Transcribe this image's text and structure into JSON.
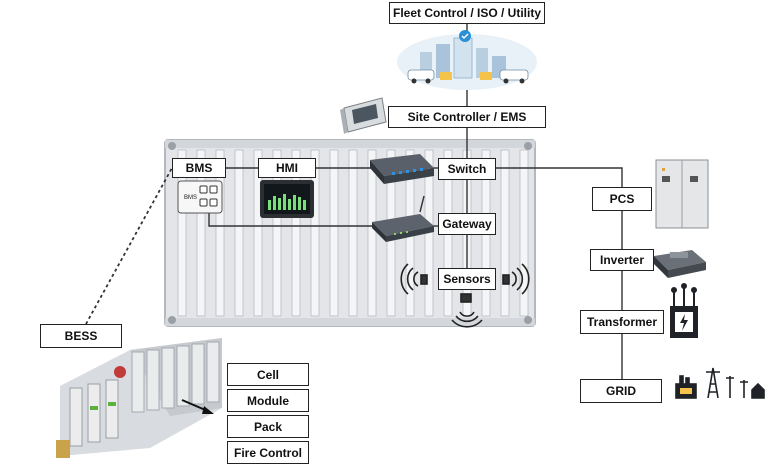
{
  "labels": {
    "fleet_control": "Fleet Control / ISO / Utility",
    "site_controller": "Site Controller / EMS",
    "bms": "BMS",
    "hmi": "HMI",
    "switch": "Switch",
    "gateway": "Gateway",
    "sensors": "Sensors",
    "bess": "BESS",
    "pcs": "PCS",
    "inverter": "Inverter",
    "transformer": "Transformer",
    "grid": "GRID",
    "cell": "Cell",
    "module": "Module",
    "pack": "Pack",
    "fire_control": "Fire Control"
  },
  "bms_module_text": "BMS",
  "colors": {
    "container_fill": "#e3e5e8",
    "container_rib": "#b7bcc2",
    "line": "#333333",
    "accent_green": "#5ab23b"
  }
}
